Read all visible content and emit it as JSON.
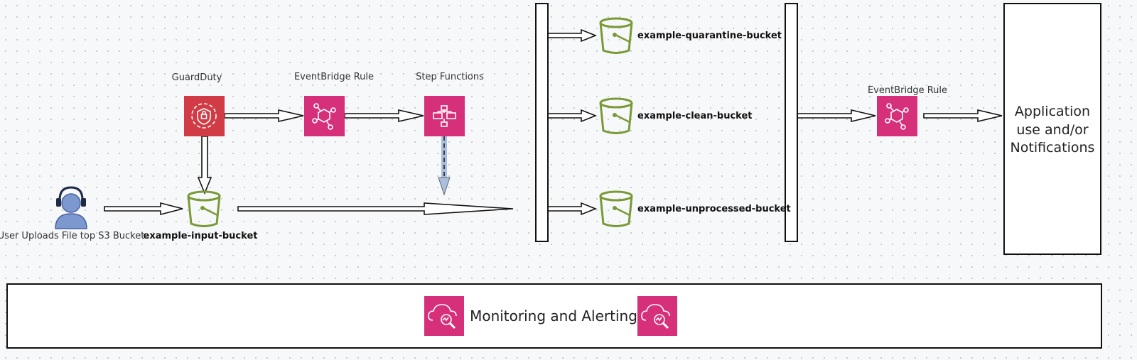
{
  "nodes": {
    "user": {
      "label": "User Uploads File top S3 Bucket",
      "icon": "user-headset-icon"
    },
    "input_bucket": {
      "label": "example-input-bucket",
      "icon": "s3-bucket-icon"
    },
    "guardduty": {
      "label": "GuardDuty",
      "icon": "guardduty-icon"
    },
    "eventbridge_1": {
      "label": "EventBridge Rule",
      "icon": "eventbridge-icon"
    },
    "step_functions": {
      "label": "Step Functions",
      "icon": "step-functions-icon"
    },
    "quarantine_bucket": {
      "label": "example-quarantine-bucket",
      "icon": "s3-bucket-icon"
    },
    "clean_bucket": {
      "label": "example-clean-bucket",
      "icon": "s3-bucket-icon"
    },
    "unprocessed_bucket": {
      "label": "example-unprocessed-bucket",
      "icon": "s3-bucket-icon"
    },
    "eventbridge_2": {
      "label": "EventBridge Rule",
      "icon": "eventbridge-icon"
    },
    "application": {
      "line1": "Application",
      "line2": "use and/or",
      "line3": "Notifications"
    }
  },
  "monitoring": {
    "label": "Monitoring and Alerting",
    "icon": "cloudwatch-icon"
  },
  "colors": {
    "guardduty": "#d13b45",
    "pink": "#d6307b",
    "bucket": "#7a9a35",
    "user": "#7d98cf",
    "dashed_arrow": "#a9bfe0"
  }
}
